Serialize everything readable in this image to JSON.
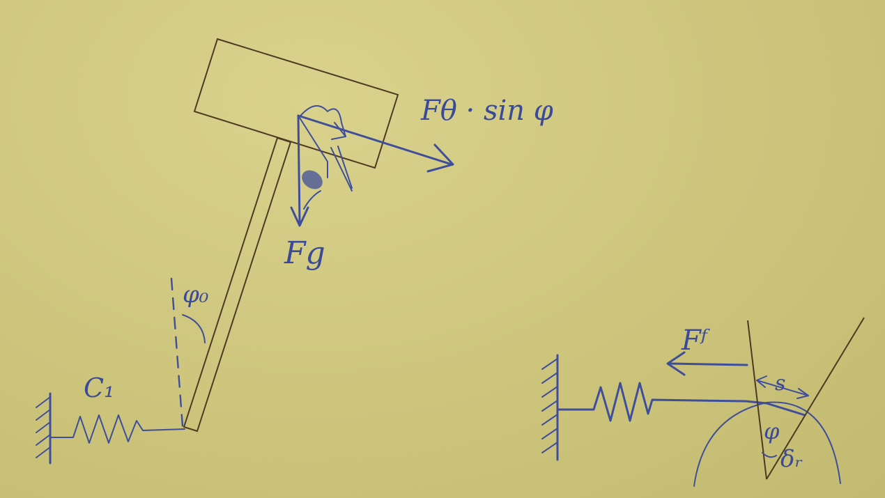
{
  "diagram": {
    "labels": {
      "force_sin": "Fθ · sin φ",
      "force_weight": "Fg",
      "spring_constant": "C₁",
      "initial_angle": "φ₀",
      "friction_force": "Fᶠ",
      "contact_s": "s",
      "contact_angle": "φ",
      "contact_delta": "δᵣ"
    }
  }
}
